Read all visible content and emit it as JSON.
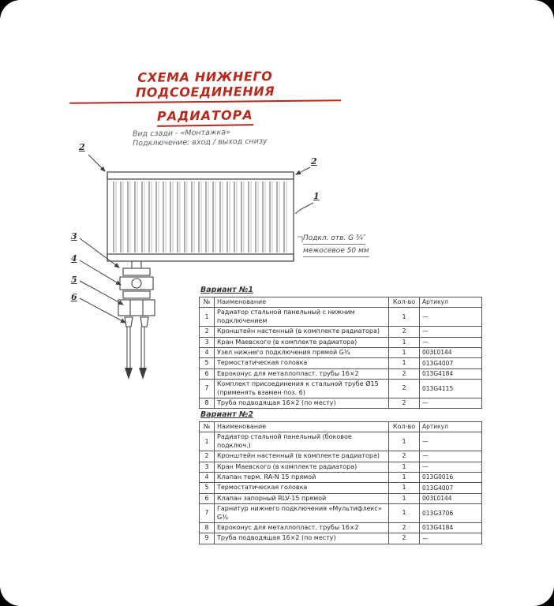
{
  "page": {
    "title_line1": "СХЕМА НИЖНЕГО ПОДСОЕДИНЕНИЯ",
    "title_line2": "РАДИАТОРА",
    "subtitle_line1": "Вид сзади - «Монтажка»",
    "subtitle_line2": "Подключение: вход / выход снизу",
    "accent_color": "#b8291b"
  },
  "diagram": {
    "callouts": {
      "bracket_left": "2",
      "bracket_right": "2",
      "radiator": "1",
      "item3": "3",
      "item4": "4",
      "item5": "5",
      "item6": "6"
    },
    "note_line1": "Подкл. отв. G ¾″",
    "note_line2": "межосевое 50 мм"
  },
  "tables": [
    {
      "title": "Вариант №1",
      "headers": [
        "№",
        "Наименование",
        "Кол-во",
        "Артикул"
      ],
      "rows": [
        [
          "1",
          "Радиатор стальной панельный с нижним подключением",
          "1",
          "—"
        ],
        [
          "2",
          "Кронштейн настенный (в комплекте радиатора)",
          "2",
          "—"
        ],
        [
          "3",
          "Кран Маевского (в комплекте радиатора)",
          "1",
          "—"
        ],
        [
          "4",
          "Узел нижнего подключения прямой G¾",
          "1",
          "003L0144"
        ],
        [
          "5",
          "Термостатическая головка",
          "1",
          "013G4007"
        ],
        [
          "6",
          "Евроконус для металлопласт. трубы 16×2",
          "2",
          "013G4184"
        ],
        [
          "7",
          "Комплект присоединения к стальной трубе Ø15 (применять взамен поз. 6)",
          "2",
          "013G4115"
        ],
        [
          "8",
          "Труба подводящая 16×2 (по месту)",
          "2",
          "—"
        ]
      ]
    },
    {
      "title": "Вариант №2",
      "headers": [
        "№",
        "Наименование",
        "Кол-во",
        "Артикул"
      ],
      "rows": [
        [
          "1",
          "Радиатор стальной панельный (боковое подключ.)",
          "1",
          "—"
        ],
        [
          "2",
          "Кронштейн настенный (в комплекте радиатора)",
          "2",
          "—"
        ],
        [
          "3",
          "Кран Маевского (в комплекте радиатора)",
          "1",
          "—"
        ],
        [
          "4",
          "Клапан терм. RA-N 15 прямой",
          "1",
          "013G0016"
        ],
        [
          "5",
          "Термостатическая головка",
          "1",
          "013G4007"
        ],
        [
          "6",
          "Клапан запорный RLV-15 прямой",
          "1",
          "003L0144"
        ],
        [
          "7",
          "Гарнитур нижнего подключения «Мультифлекс» G¾",
          "1",
          "013G3706"
        ],
        [
          "8",
          "Евроконус для металлопласт. трубы 16×2",
          "2",
          "013G4184"
        ],
        [
          "9",
          "Труба подводящая 16×2 (по месту)",
          "2",
          "—"
        ]
      ]
    }
  ]
}
